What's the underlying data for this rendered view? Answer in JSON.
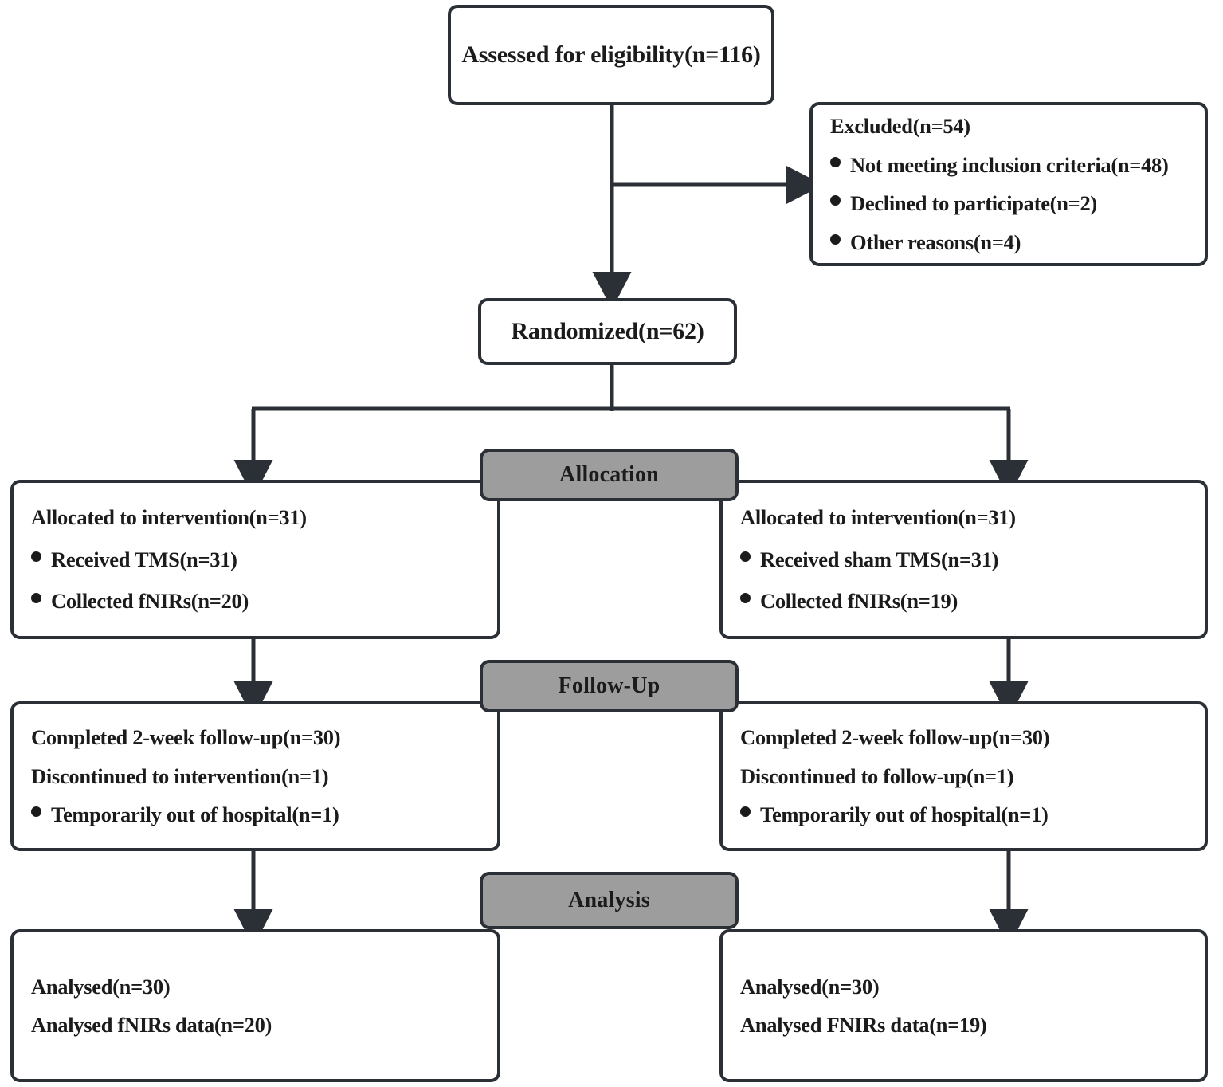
{
  "diagram": {
    "type": "consort-flow-diagram",
    "stages": [
      "Allocation",
      "Follow-Up",
      "Analysis"
    ],
    "enrollment": {
      "assessed": "Assessed for eligibility(n=116)",
      "excluded_title": "Excluded(n=54)",
      "excluded_reasons": [
        "Not meeting inclusion criteria(n=48)",
        "Declined to participate(n=2)",
        "Other reasons(n=4)"
      ],
      "randomized": "Randomized(n=62)"
    },
    "allocation": {
      "stage_label": "Allocation",
      "left": {
        "title": "Allocated to intervention(n=31)",
        "bullets": [
          "Received TMS(n=31)",
          "Collected fNIRs(n=20)"
        ]
      },
      "right": {
        "title": "Allocated to intervention(n=31)",
        "bullets": [
          "Received sham TMS(n=31)",
          "Collected fNIRs(n=19)"
        ]
      }
    },
    "followup": {
      "stage_label": "Follow-Up",
      "left": {
        "line1": "Completed 2-week follow-up(n=30)",
        "line2": "Discontinued to intervention(n=1)",
        "bullets": [
          "Temporarily out of hospital(n=1)"
        ]
      },
      "right": {
        "line1": "Completed 2-week follow-up(n=30)",
        "line2": "Discontinued to follow-up(n=1)",
        "bullets": [
          "Temporarily out of hospital(n=1)"
        ]
      }
    },
    "analysis": {
      "stage_label": "Analysis",
      "left": {
        "line1": "Analysed(n=30)",
        "line2": "Analysed fNIRs data(n=20)"
      },
      "right": {
        "line1": "Analysed(n=30)",
        "line2": "Analysed FNIRs data(n=19)"
      }
    },
    "colors": {
      "stage_band": "#9d9d9d",
      "stroke": "#2b2f36",
      "text": "#1b1b1b",
      "background": "#ffffff"
    }
  }
}
